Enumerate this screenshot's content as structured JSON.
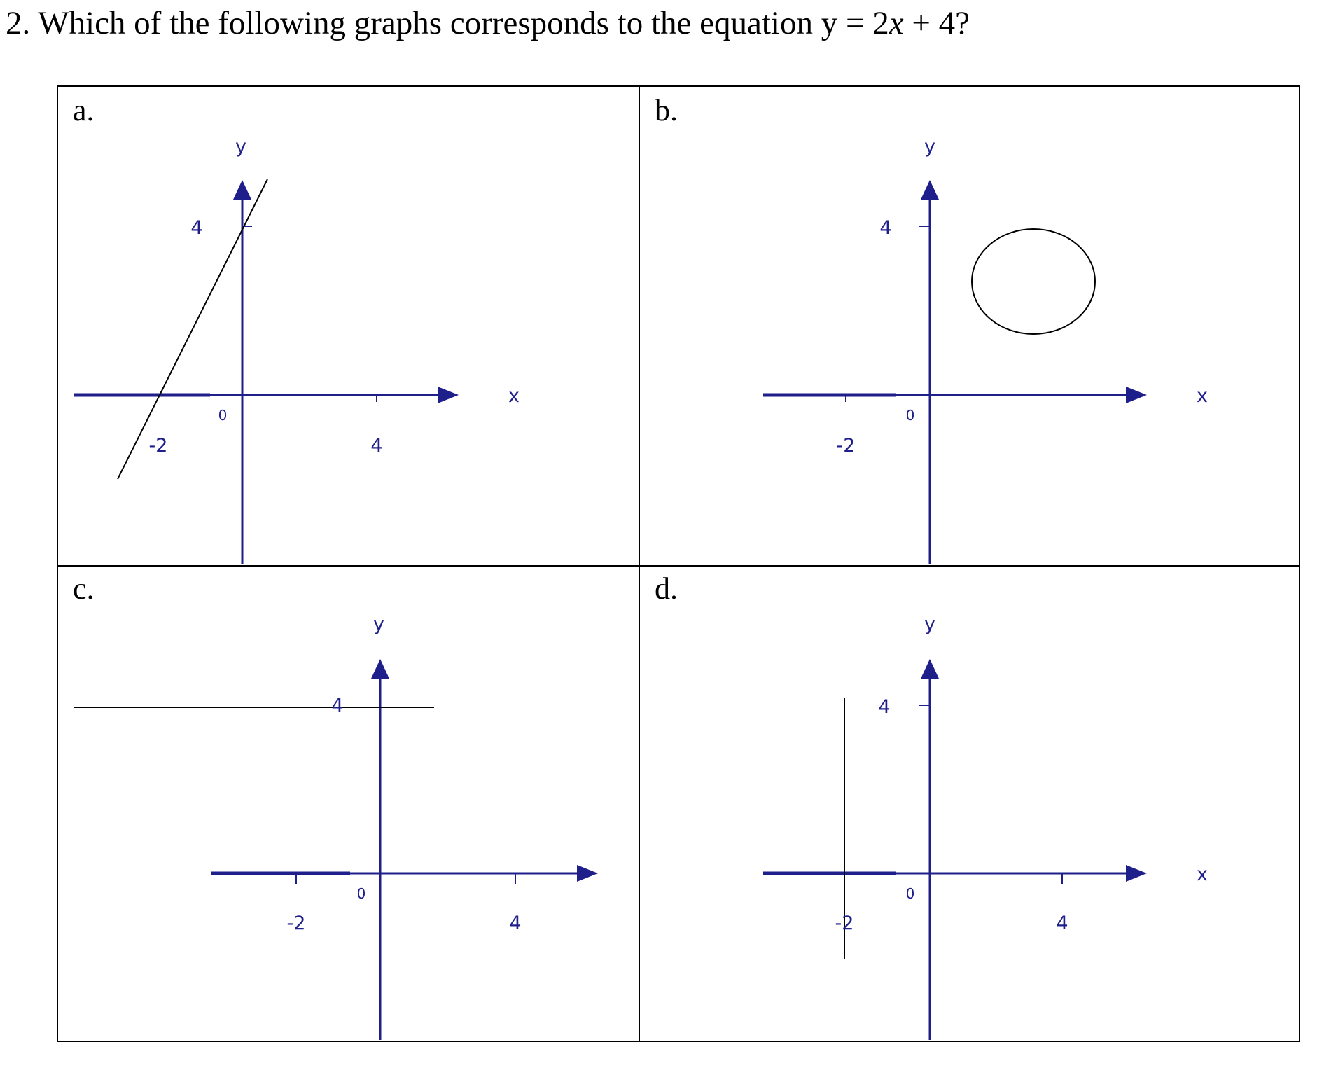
{
  "question": {
    "prefix": "2. Which of the following graphs corresponds to the equation y = 2",
    "var": "x",
    "suffix": " + 4?"
  },
  "options": [
    {
      "label": "a.",
      "y_axis": "y",
      "x_axis": "x",
      "origin": "0",
      "ticks": {
        "y4": "4",
        "xneg2": "-2",
        "x4": "4"
      },
      "graph": "line y = 2x + 4"
    },
    {
      "label": "b.",
      "y_axis": "y",
      "x_axis": "x",
      "origin": "0",
      "ticks": {
        "y4": "4",
        "xneg2": "-2"
      },
      "graph": "ellipse"
    },
    {
      "label": "c.",
      "y_axis": "y",
      "origin": "0",
      "ticks": {
        "y4": "4",
        "xneg2": "-2",
        "x4": "4"
      },
      "graph": "horizontal line y = 4"
    },
    {
      "label": "d.",
      "y_axis": "y",
      "x_axis": "x",
      "origin": "0",
      "ticks": {
        "y4": "4",
        "xneg2": "-2",
        "x4": "4"
      },
      "graph": "vertical line x = -2"
    }
  ],
  "colors": {
    "axis": "#1f1f8c",
    "curve": "#000000",
    "border": "#000000"
  }
}
